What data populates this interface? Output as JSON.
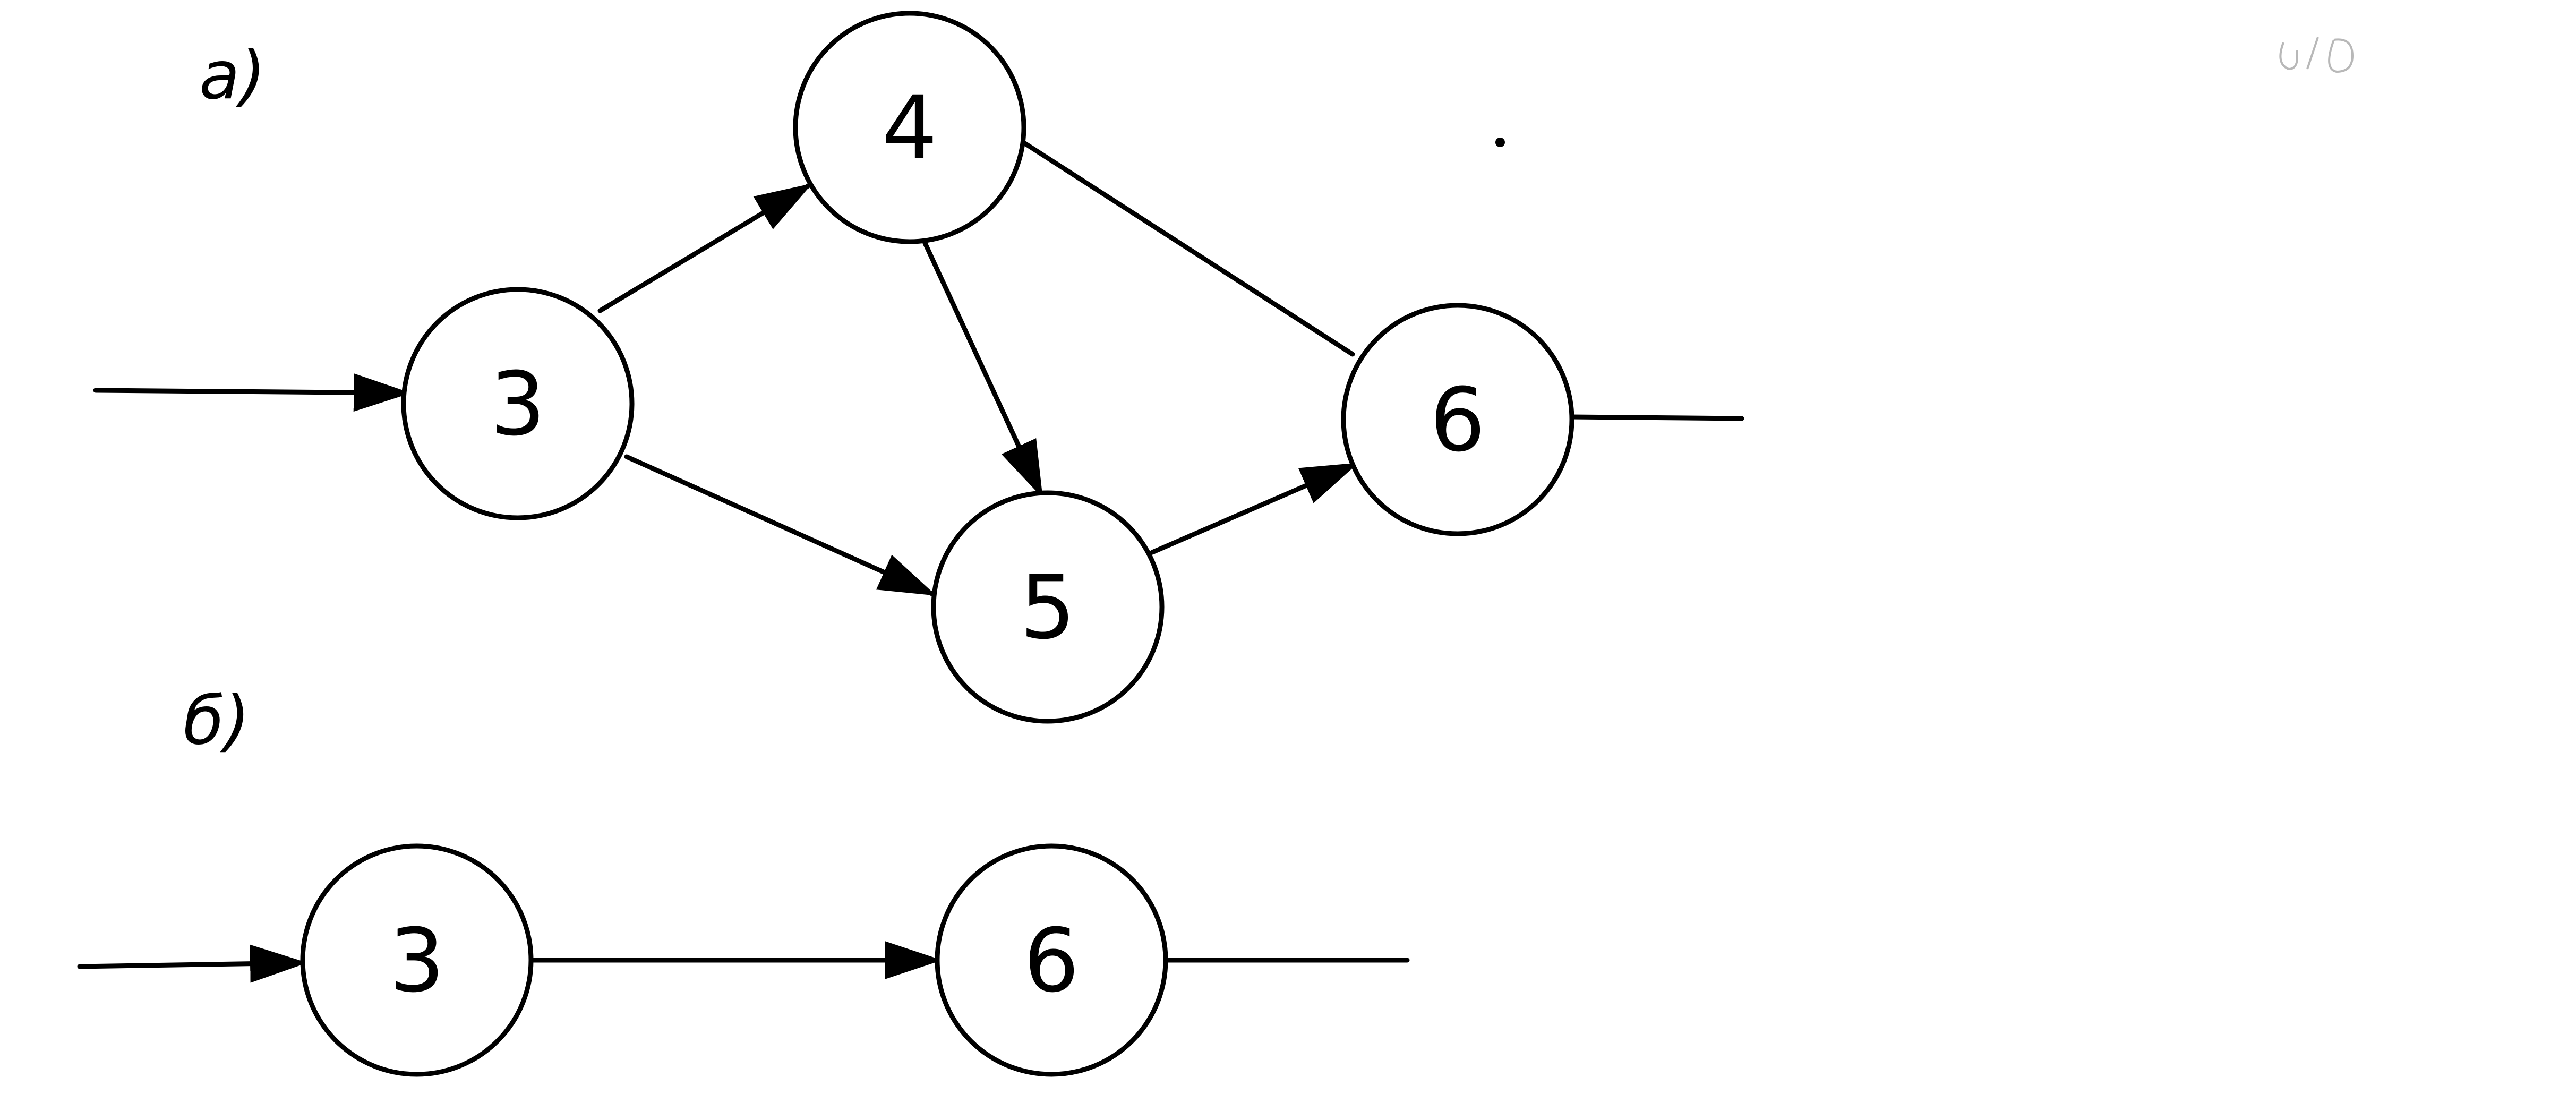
{
  "panels": [
    {
      "id": "a",
      "label": "a)",
      "nodes": [
        {
          "id": "n3",
          "label": "3"
        },
        {
          "id": "n4",
          "label": "4"
        },
        {
          "id": "n5",
          "label": "5"
        },
        {
          "id": "n6",
          "label": "6"
        }
      ],
      "edges": [
        {
          "from": "input",
          "to": "n3",
          "arrow": true
        },
        {
          "from": "n3",
          "to": "n4",
          "arrow": true
        },
        {
          "from": "n3",
          "to": "n5",
          "arrow": true
        },
        {
          "from": "n4",
          "to": "n5",
          "arrow": true
        },
        {
          "from": "n4",
          "to": "n6",
          "arrow": false
        },
        {
          "from": "n5",
          "to": "n6",
          "arrow": true
        },
        {
          "from": "n6",
          "to": "output",
          "arrow": false
        }
      ]
    },
    {
      "id": "b",
      "label": "б)",
      "nodes": [
        {
          "id": "n3",
          "label": "3"
        },
        {
          "id": "n6",
          "label": "6"
        }
      ],
      "edges": [
        {
          "from": "input",
          "to": "n3",
          "arrow": true
        },
        {
          "from": "n3",
          "to": "n6",
          "arrow": true
        },
        {
          "from": "n6",
          "to": "output",
          "arrow": false
        }
      ]
    }
  ]
}
